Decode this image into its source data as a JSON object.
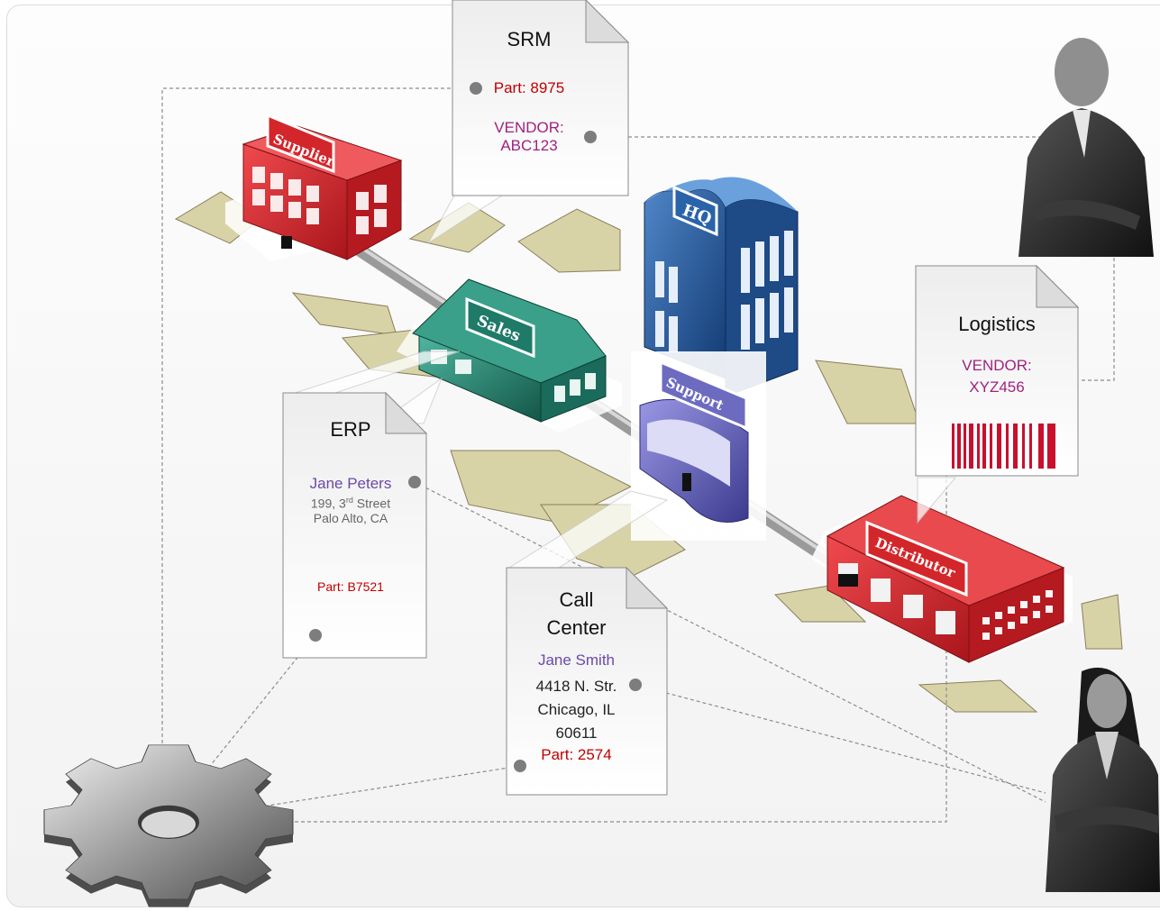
{
  "buildings": {
    "supplier": "Supplier",
    "sales": "Sales",
    "hq": "HQ",
    "support": "Support",
    "distributor": "Distributor"
  },
  "srm": {
    "title": "SRM",
    "part": "Part: 8975",
    "vendor_line1": "VENDOR:",
    "vendor_line2": "ABC123"
  },
  "logistics": {
    "title": "Logistics",
    "vendor_line1": "VENDOR:",
    "vendor_line2": "XYZ456"
  },
  "erp": {
    "title": "ERP",
    "name": "Jane Peters",
    "street_num": "199, 3",
    "street_sup": "rd",
    "street_rest": " Street",
    "city": "Palo Alto, CA",
    "part": "Part: B7521"
  },
  "call_center": {
    "title_line1": "Call",
    "title_line2": "Center",
    "name": "Jane Smith",
    "street": "4418 N. Str.",
    "city": "Chicago, IL",
    "zip": "60611",
    "part": "Part: 2574"
  },
  "colors": {
    "part_red": "#c00000",
    "vendor_magenta": "#a0227f",
    "name_purple": "#6a4aa8",
    "supplier_red": "#d3262b",
    "sales_green": "#1f7a68",
    "hq_blue": "#1f4f8f",
    "support_purple": "#5a58b0"
  }
}
